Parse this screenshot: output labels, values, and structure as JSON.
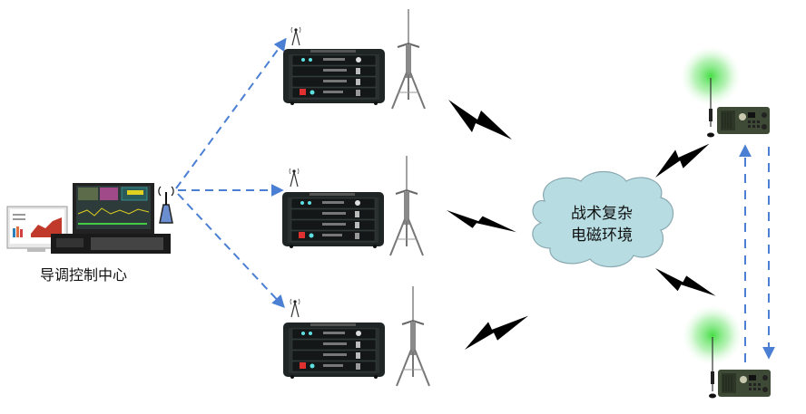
{
  "diagram": {
    "title": "战术复杂电磁环境 通信测试示意图",
    "control_center": {
      "label": "导调控制中心"
    },
    "environment": {
      "line1": "战术复杂",
      "line2": "电磁环境"
    },
    "rack_units": [
      {
        "id": "rack-1",
        "has_antenna_icon": true,
        "has_tripod_antenna": true
      },
      {
        "id": "rack-2",
        "has_antenna_icon": true,
        "has_tripod_antenna": true
      },
      {
        "id": "rack-3",
        "has_antenna_icon": true,
        "has_tripod_antenna": true
      }
    ],
    "radios": [
      {
        "id": "radio-top",
        "antenna_glow": "green"
      },
      {
        "id": "radio-bottom",
        "antenna_glow": "green"
      }
    ],
    "links": {
      "control_to_racks": "dashed-arrow",
      "radio_bidirectional": "dashed-arrows",
      "wireless": "lightning"
    },
    "colors": {
      "arrow": "#4a7fd4",
      "cloud_fill": "#b7dde3",
      "cloud_stroke": "#8aa8b0",
      "rack_body": "#1f2424",
      "glow": "#3ddc3d",
      "bolt": "#000000"
    }
  }
}
